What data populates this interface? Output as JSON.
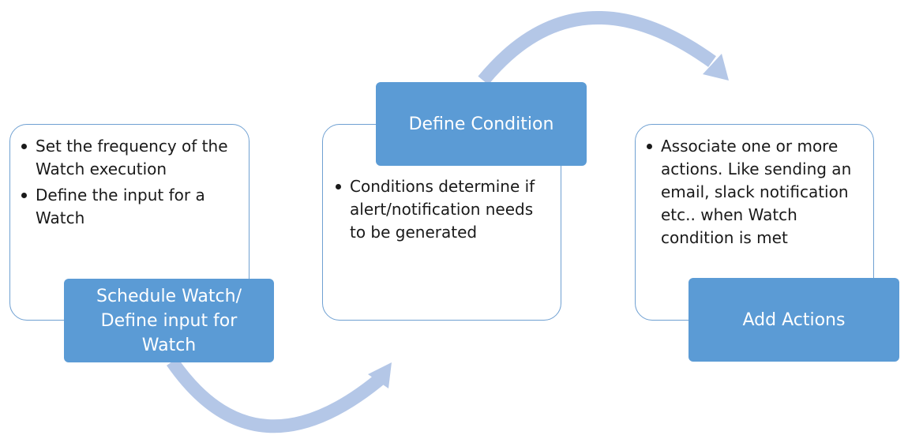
{
  "diagram": {
    "steps": [
      {
        "label": "Schedule Watch/\nDefine input for\nWatch",
        "bullets": [
          "Set the frequency of the Watch execution",
          "Define the input for a Watch"
        ]
      },
      {
        "label": "Define Condition",
        "bullets": [
          "Conditions determine if alert/notification needs to be generated"
        ]
      },
      {
        "label": "Add Actions",
        "bullets": [
          "Associate one or more actions. Like sending an email, slack notification etc.. when Watch condition is met"
        ]
      }
    ],
    "colors": {
      "step_fill": "#5b9bd5",
      "panel_border": "#6fa0d2",
      "arrow": "#b4c7e7"
    }
  }
}
